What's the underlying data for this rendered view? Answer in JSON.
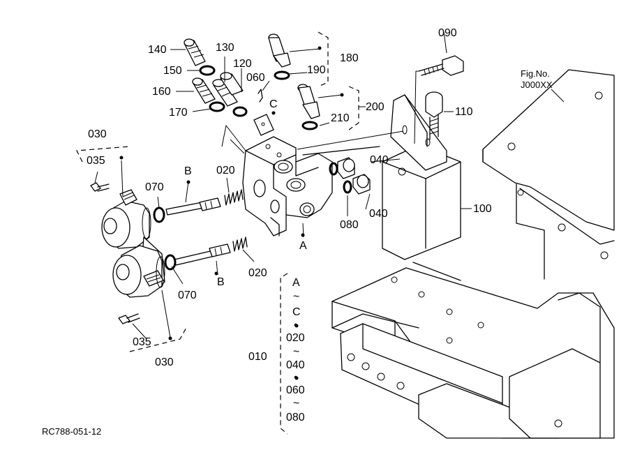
{
  "diagram": {
    "fig_label": "Fig.No.",
    "fig_code": "J000XX",
    "drawing_code": "RC788-051-12",
    "range_bracket": {
      "number": "010",
      "lines": [
        "A",
        "~",
        "C",
        "•",
        "020",
        "~",
        "040",
        "•",
        "060",
        "~",
        "080"
      ]
    },
    "parts": {
      "p140": "140",
      "p130": "130",
      "p120": "120",
      "p150": "150",
      "p160": "160",
      "p170": "170",
      "p060": "060",
      "pC": "C",
      "p180": "180",
      "p190": "190",
      "p200": "200",
      "p210": "210",
      "p090": "090",
      "p110": "110",
      "p030a": "030",
      "p035a": "035",
      "p070a": "070",
      "pBa": "B",
      "p020a": "020",
      "p040a": "040",
      "p040b": "040",
      "p080": "080",
      "p100": "100",
      "pA": "A",
      "p070b": "070",
      "pBb": "B",
      "p020b": "020",
      "p035b": "035",
      "p030b": "030"
    }
  }
}
